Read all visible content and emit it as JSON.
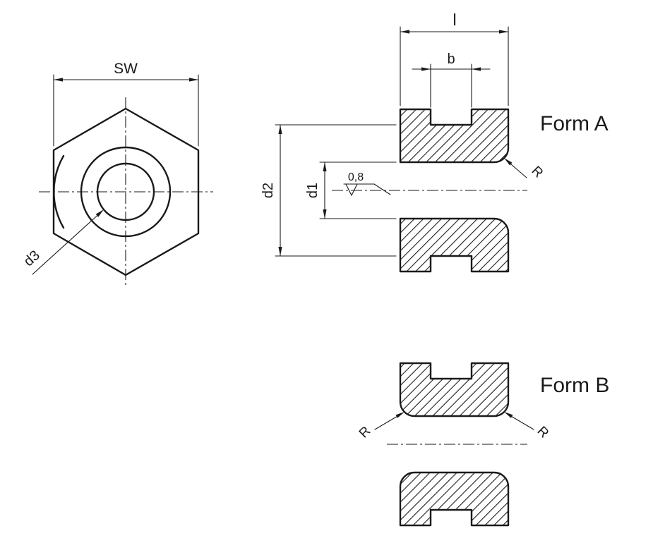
{
  "front_view": {
    "width_across_flats_label": "SW",
    "chamfer_diameter_label": "d3"
  },
  "section_form_a": {
    "title": "Form A",
    "length_label": "l",
    "slot_width_label": "b",
    "outer_diameter_label": "d2",
    "bore_diameter_label": "d1",
    "surface_roughness": "0,8",
    "radius_label": "R"
  },
  "section_form_b": {
    "title": "Form B",
    "radius_label_left": "R",
    "radius_label_right": "R"
  },
  "colors": {
    "line": "#1a1a1a",
    "background": "#ffffff"
  }
}
